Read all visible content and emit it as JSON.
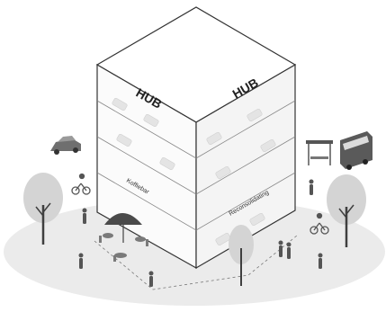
{
  "building": {
    "roof_label_left": "HUB",
    "roof_label_right": "HUB",
    "facade_label_left": "Koffiebar",
    "facade_label_right": "Reconsolidating"
  },
  "colors": {
    "ground": "#e9e9e9",
    "building_line": "#4a4a4a",
    "tree_canopy": "#d4d4d4",
    "tree_trunk": "#3f3f3f",
    "vehicle": "#6f6f6f",
    "person": "#555555"
  },
  "icons": [
    "car-icon",
    "bus-icon",
    "bus-stop-icon",
    "cyclist-icon",
    "pedestrian-icon",
    "tree-icon",
    "cafe-umbrella-icon",
    "cafe-table-icon"
  ]
}
